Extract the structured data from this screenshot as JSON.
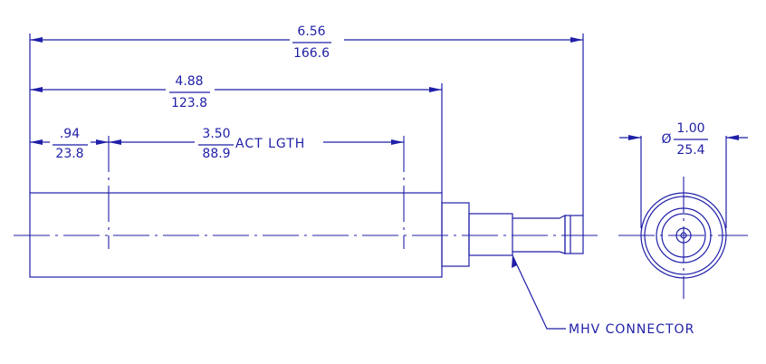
{
  "dimensions": {
    "overall": {
      "inch": "6.56",
      "mm": "166.6"
    },
    "body": {
      "inch": "4.88",
      "mm": "123.8"
    },
    "offset": {
      "inch": ".94",
      "mm": "23.8"
    },
    "active": {
      "inch": "3.50",
      "mm": "88.9",
      "suffix": "ACT LGTH"
    },
    "diameter": {
      "symbol": "Ø",
      "inch": "1.00",
      "mm": "25.4"
    }
  },
  "labels": {
    "connector": "MHV CONNECTOR"
  },
  "colors": {
    "line": "#1f1fa8",
    "background": "#ffffff"
  }
}
